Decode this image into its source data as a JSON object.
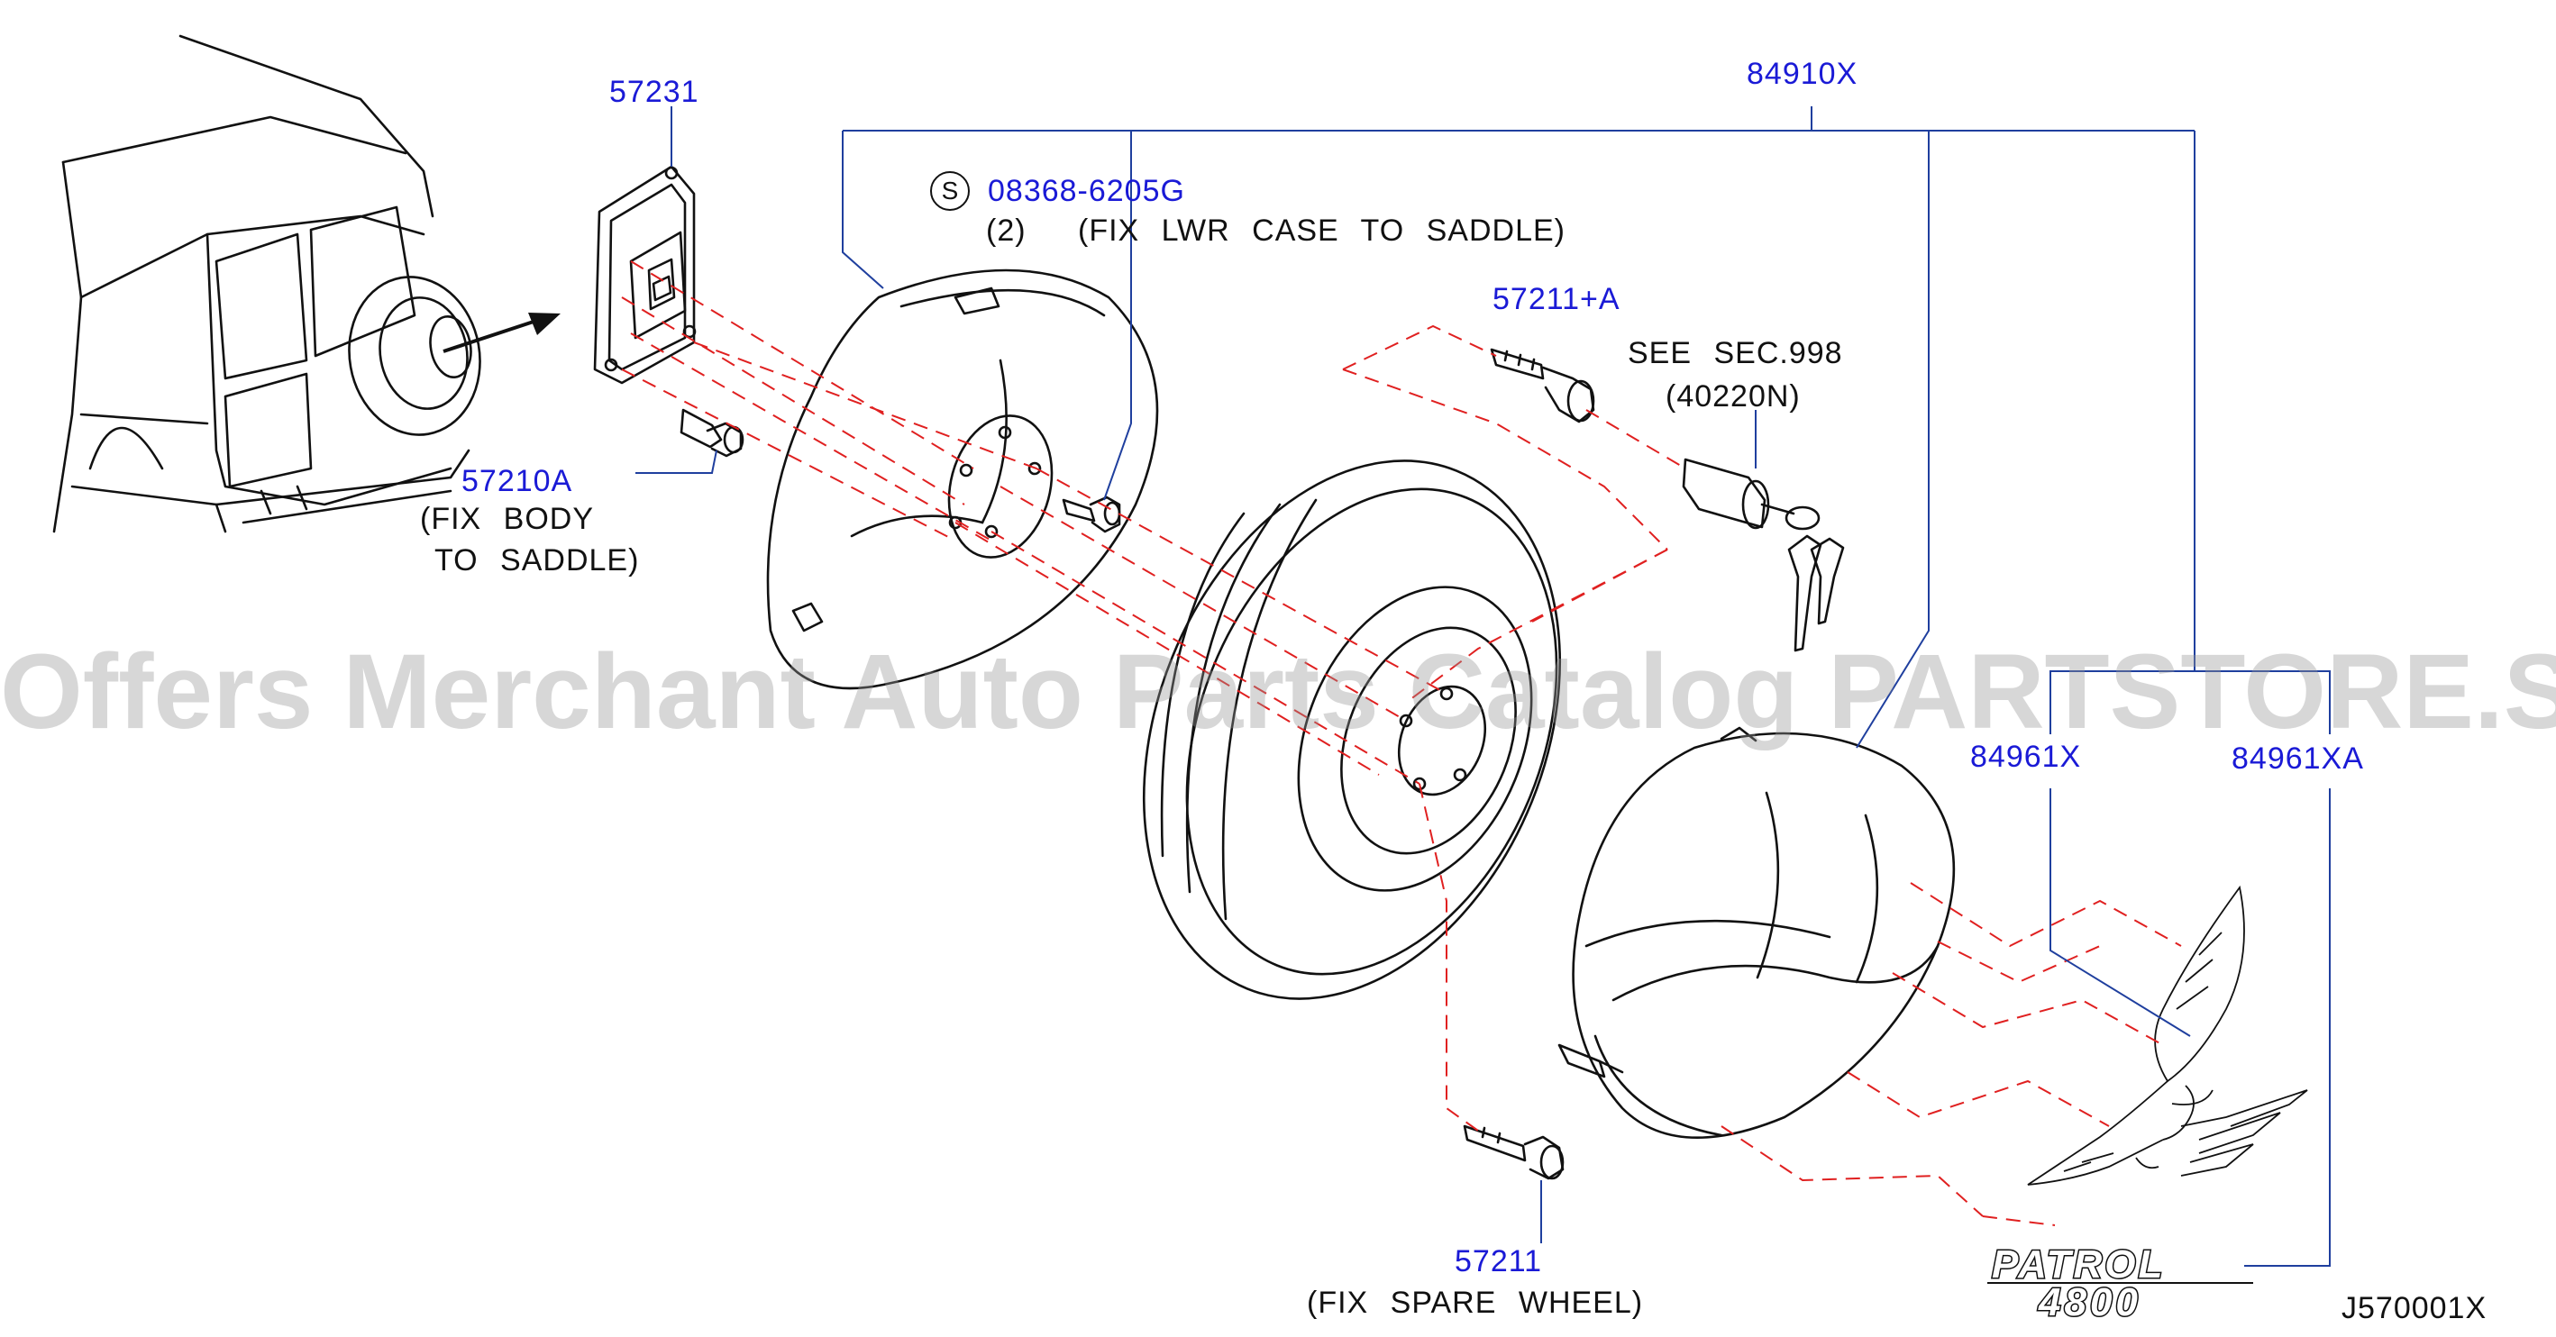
{
  "parts": {
    "p84910x": "84910X",
    "p57231": "57231",
    "p08368": "08368-6205G",
    "qty_08368": "(2)",
    "note_08368": "(FIX  LWR  CASE  TO  SADDLE)",
    "s_marker": "S",
    "p57211a": "57211+A",
    "see_sec": "SEE  SEC.998",
    "p40220n": "(40220N)",
    "p57210a": "57210A",
    "note_57210a_1": "(FIX  BODY",
    "note_57210a_2": "TO  SADDLE)",
    "p84961x": "84961X",
    "p84961xa": "84961XA",
    "p57211": "57211",
    "note_57211": "(FIX  SPARE  WHEEL)",
    "figure_code": "J570001X"
  },
  "emblem": {
    "line1": "PATROL",
    "line2": "4800"
  },
  "watermark": "Offers Merchant Auto Parts Catalog PARTSTORE.SA",
  "colors": {
    "part_number": "#1a1ad6",
    "leader_line": "#1f3f9e",
    "hidden_line": "#e02020",
    "ink": "#111111"
  }
}
